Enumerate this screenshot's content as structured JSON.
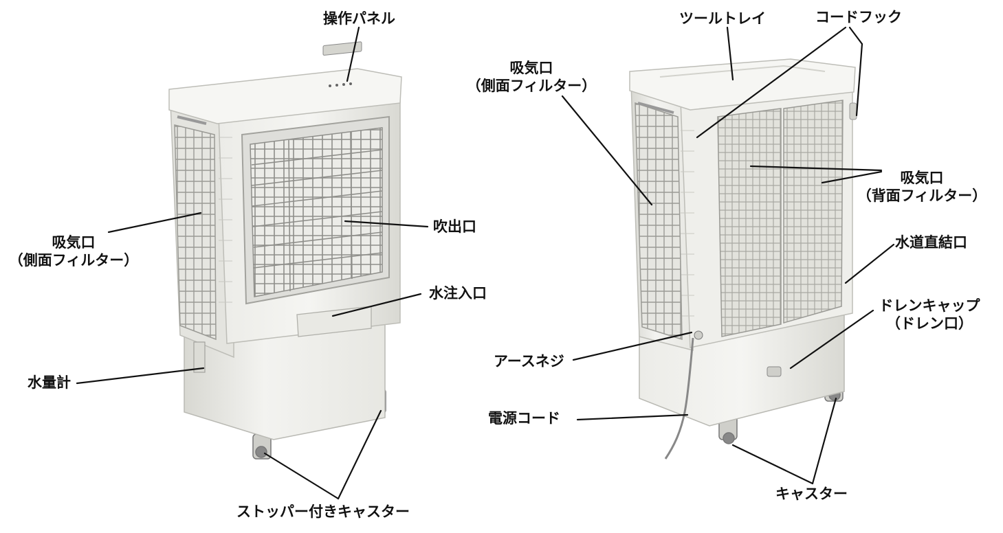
{
  "labels": {
    "control_panel": "操作パネル",
    "tool_tray": "ツールトレイ",
    "cord_hook": "コードフック",
    "intake_side_right_view": {
      "line1": "吸気口",
      "line2": "（側面フィルター）"
    },
    "intake_back": {
      "line1": "吸気口",
      "line2": "（背面フィルター）"
    },
    "intake_side_left_view": {
      "line1": "吸気口",
      "line2": "（側面フィルター）"
    },
    "outlet": "吹出口",
    "water_inlet": "水注入口",
    "water_gauge": "水量計",
    "stopper_casters": "ストッパー付きキャスター",
    "water_direct_port": "水道直結口",
    "drain_cap": {
      "line1": "ドレンキャップ",
      "line2": "（ドレン口）"
    },
    "earth_screw": "アースネジ",
    "power_cord": "電源コード",
    "casters": "キャスター"
  },
  "colors": {
    "body": "#f1f1ee",
    "body_shade": "#dcdcd6",
    "grille": "#9c9c98",
    "filter": "#b4b4ae",
    "line": "#111111"
  }
}
